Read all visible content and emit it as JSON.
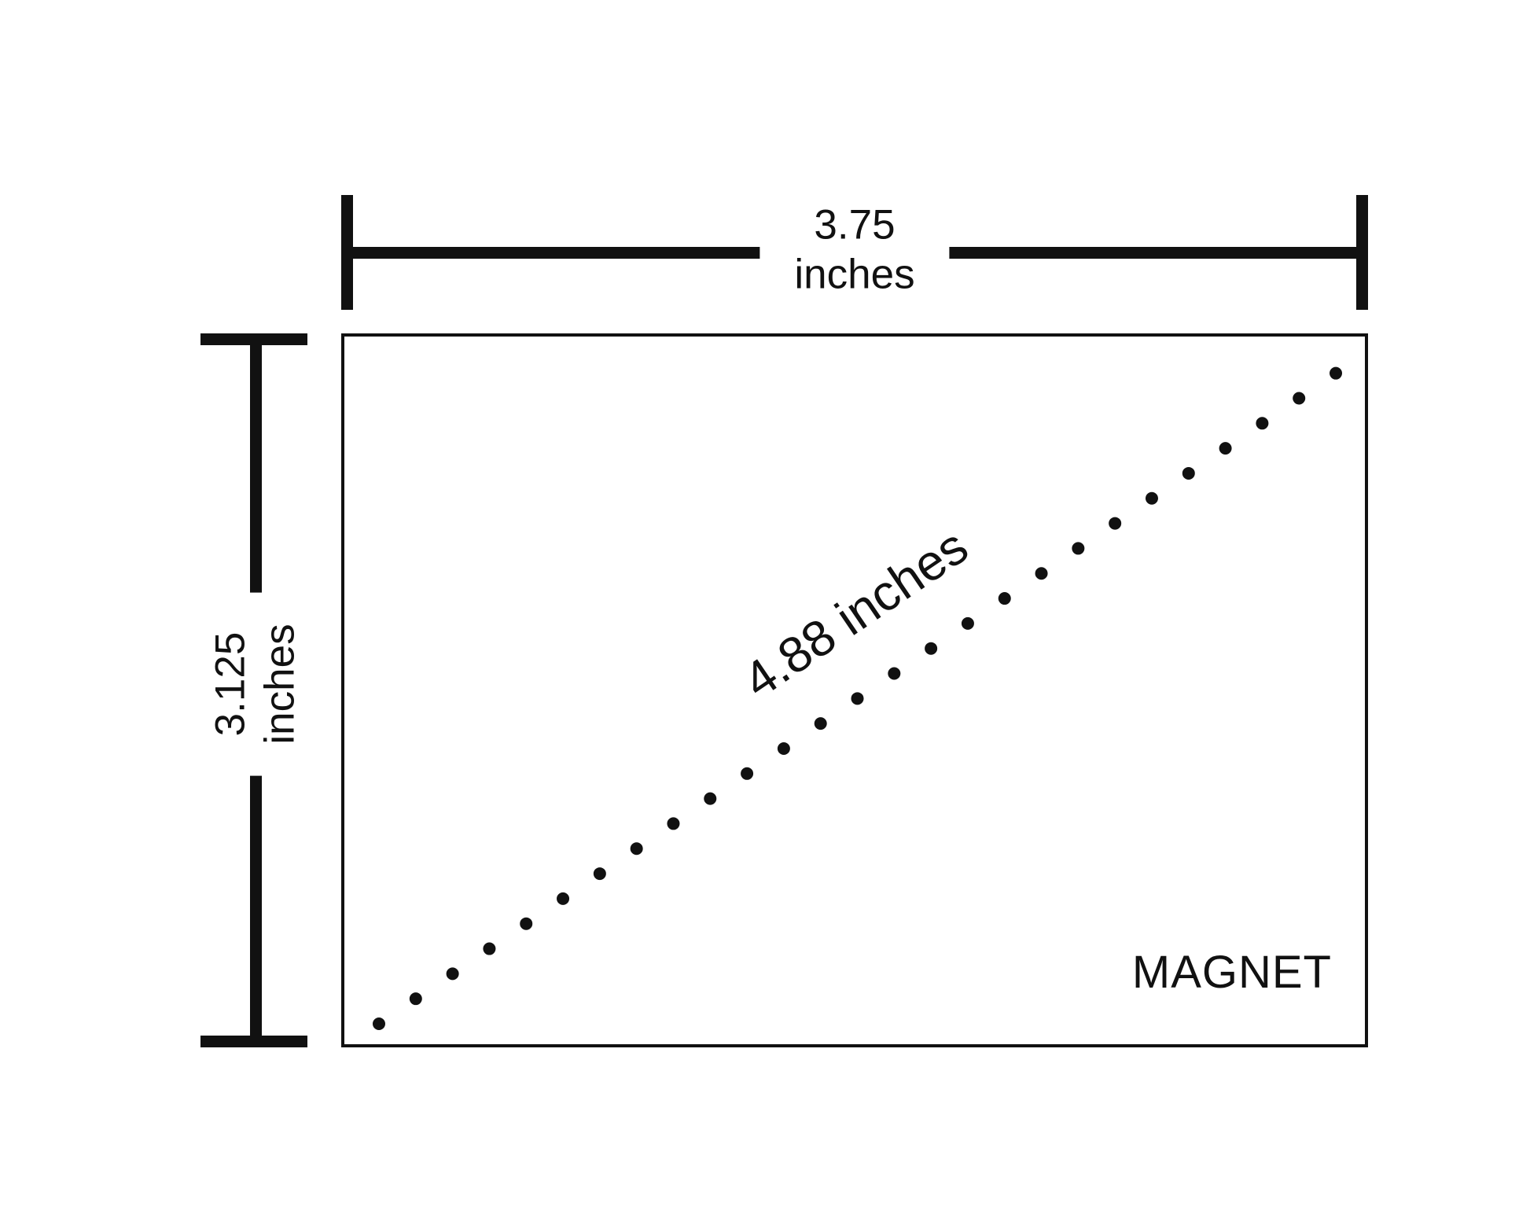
{
  "labels": {
    "top_value": "3.75",
    "top_unit": "inches",
    "left_value": "3.125",
    "left_unit": "inches",
    "diagonal": "4.88 inches",
    "shape": "MAGNET"
  },
  "colors": {
    "ink": "#111111",
    "background": "#ffffff"
  }
}
